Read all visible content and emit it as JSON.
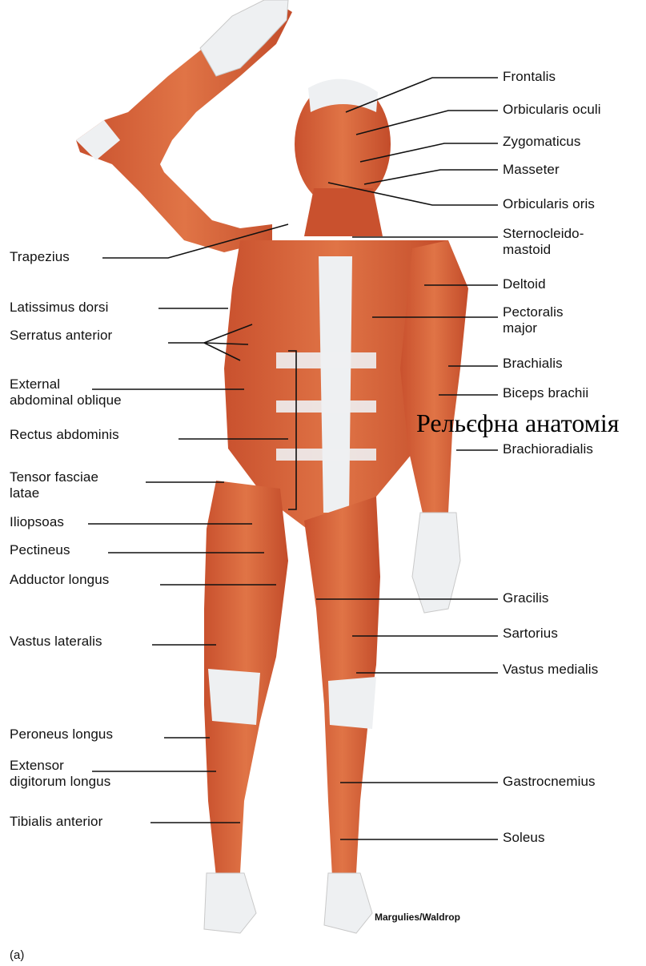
{
  "labels_left": [
    {
      "id": "trapezius",
      "text": "Trapezius"
    },
    {
      "id": "latissimus-dorsi",
      "text": "Latissimus dorsi"
    },
    {
      "id": "serratus-anterior",
      "text": "Serratus anterior"
    },
    {
      "id": "external-oblique",
      "text": "External\nabdominal oblique"
    },
    {
      "id": "rectus-abdominis",
      "text": "Rectus abdominis"
    },
    {
      "id": "tensor-fasciae",
      "text": "Tensor fasciae\nlatae"
    },
    {
      "id": "iliopsoas",
      "text": "Iliopsoas"
    },
    {
      "id": "pectineus",
      "text": "Pectineus"
    },
    {
      "id": "adductor-longus",
      "text": "Adductor longus"
    },
    {
      "id": "vastus-lateralis",
      "text": "Vastus lateralis"
    },
    {
      "id": "peroneus-longus",
      "text": "Peroneus longus"
    },
    {
      "id": "extensor-digitorum",
      "text": "Extensor\ndigitorum longus"
    },
    {
      "id": "tibialis-anterior",
      "text": "Tibialis anterior"
    }
  ],
  "labels_right": [
    {
      "id": "frontalis",
      "text": "Frontalis"
    },
    {
      "id": "orbicularis-oculi",
      "text": "Orbicularis oculi"
    },
    {
      "id": "zygomaticus",
      "text": "Zygomaticus"
    },
    {
      "id": "masseter",
      "text": "Masseter"
    },
    {
      "id": "orbicularis-oris",
      "text": "Orbicularis oris"
    },
    {
      "id": "sternocleido",
      "text": "Sternocleido-\nmastoid"
    },
    {
      "id": "deltoid",
      "text": "Deltoid"
    },
    {
      "id": "pectoralis-major",
      "text": "Pectoralis\nmajor"
    },
    {
      "id": "brachialis",
      "text": "Brachialis"
    },
    {
      "id": "biceps-brachii",
      "text": "Biceps brachii"
    },
    {
      "id": "brachioradialis",
      "text": "Brachioradialis"
    },
    {
      "id": "gracilis",
      "text": "Gracilis"
    },
    {
      "id": "sartorius",
      "text": "Sartorius"
    },
    {
      "id": "vastus-medialis",
      "text": "Vastus medialis"
    },
    {
      "id": "gastrocnemius",
      "text": "Gastrocnemius"
    },
    {
      "id": "soleus",
      "text": "Soleus"
    }
  ],
  "overlay_caption": "Рельєфна анатомія",
  "credit": "Margulies/Waldrop",
  "panel_label": "(a)",
  "colors": {
    "muscle": "#d9653a",
    "muscle_dark": "#b8472a",
    "tendon": "#eef0f2",
    "skin": "#f0c3a0",
    "line": "#111111"
  }
}
